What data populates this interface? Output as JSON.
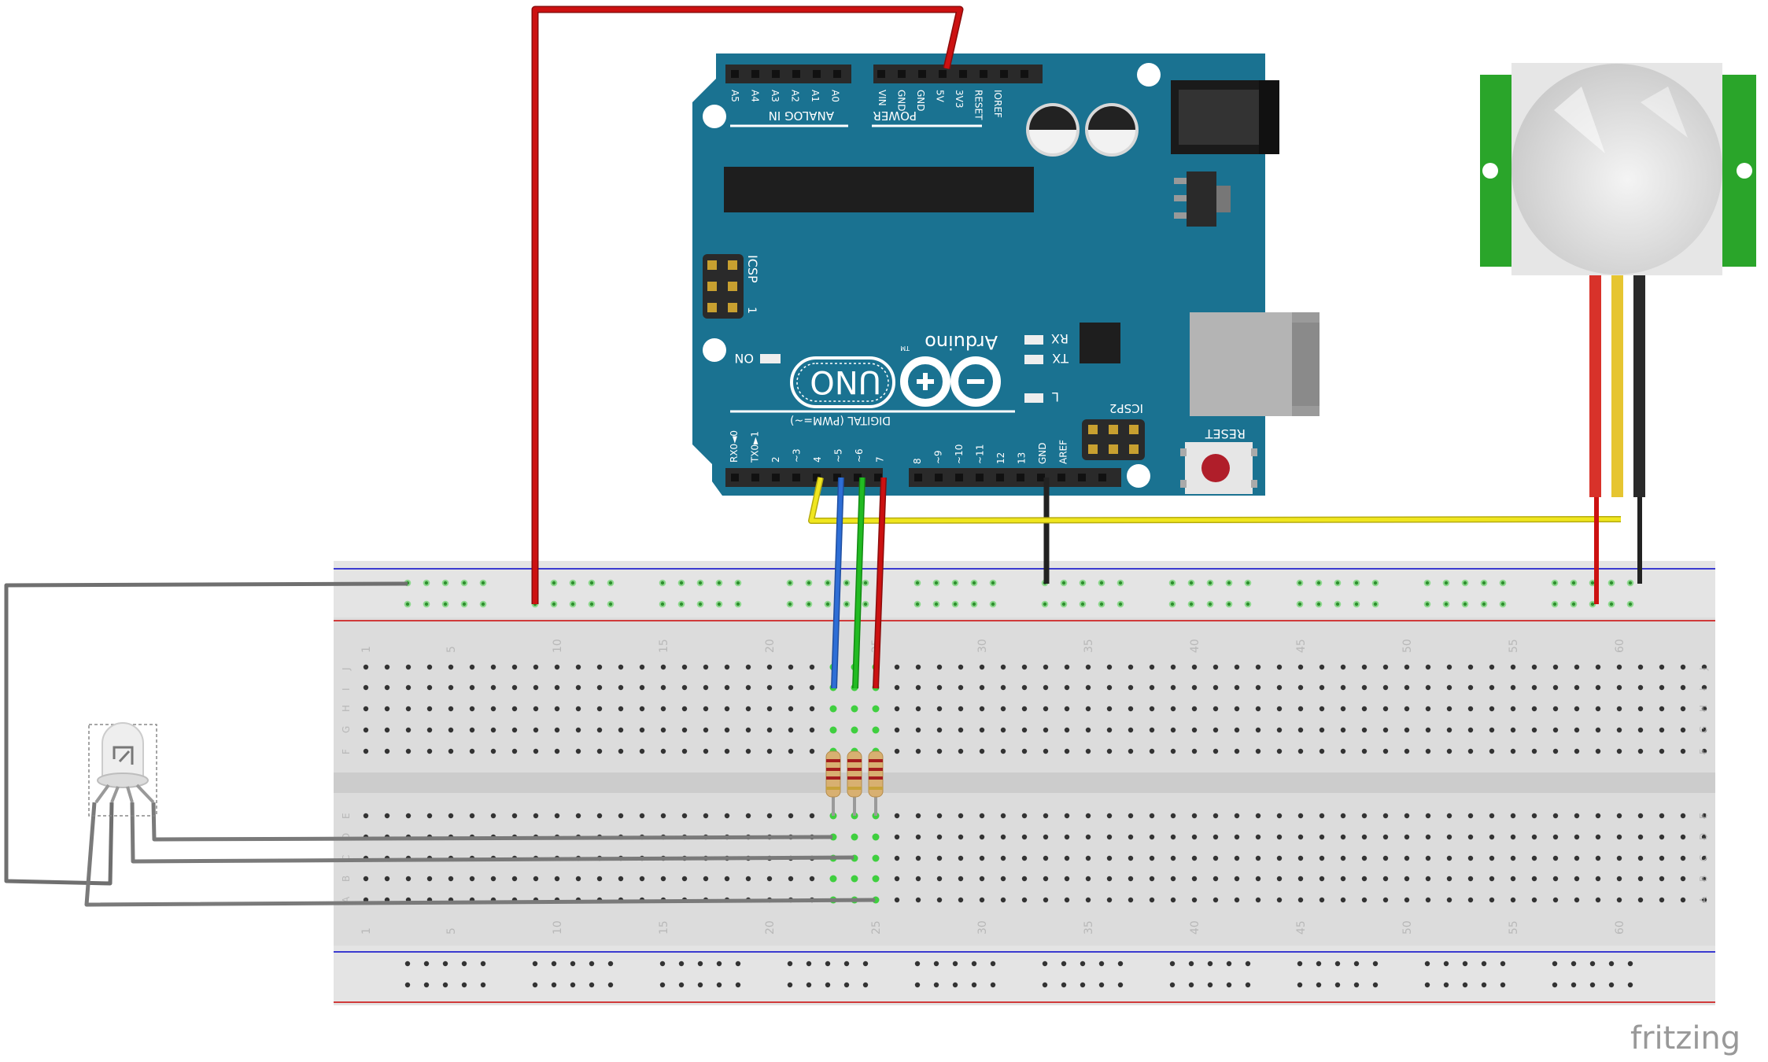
{
  "arduino": {
    "analog_header": "ANALOG IN",
    "analog_pins": [
      "A5",
      "A4",
      "A3",
      "A2",
      "A1",
      "A0"
    ],
    "power_header": "POWER",
    "power_pins": [
      "VIN",
      "GND",
      "GND",
      "5V",
      "3V3",
      "RESET",
      "IOREF"
    ],
    "digital_header": "DIGITAL (PWM=~)",
    "digital_pins_low": [
      "RX0◄0",
      "TX0►1",
      "2",
      "~3",
      "4",
      "~5",
      "~6",
      "7"
    ],
    "digital_pins_high": [
      "8",
      "~9",
      "~10",
      "~11",
      "12",
      "13",
      "GND",
      "AREF"
    ],
    "icsp_label": "ICSP",
    "icsp_pin1": "1",
    "icsp2_label": "ICSP2",
    "reset_label": "RESET",
    "on_label": "ON",
    "rx_label": "RX",
    "tx_label": "TX",
    "l_label": "L",
    "brand": "Arduino",
    "tm": "TM",
    "model": "UNO"
  },
  "breadboard": {
    "column_numbers": [
      "1",
      "5",
      "10",
      "15",
      "20",
      "25",
      "30",
      "35",
      "40",
      "45",
      "50",
      "55",
      "60"
    ],
    "rows_top": [
      "J",
      "I",
      "H",
      "G",
      "F"
    ],
    "rows_bottom": [
      "E",
      "D",
      "C",
      "B",
      "A"
    ]
  },
  "watermark": "fritzing",
  "colors": {
    "arduino_board": "#1a7291",
    "breadboard": "#dcdcdc",
    "wire_red": "#cc1111",
    "wire_yellow": "#f0e61e",
    "wire_green": "#22bb22",
    "wire_blue": "#2e6ed6",
    "wire_black": "#222222",
    "wire_gray": "#888888",
    "pir_pcb": "#2aa52a"
  }
}
